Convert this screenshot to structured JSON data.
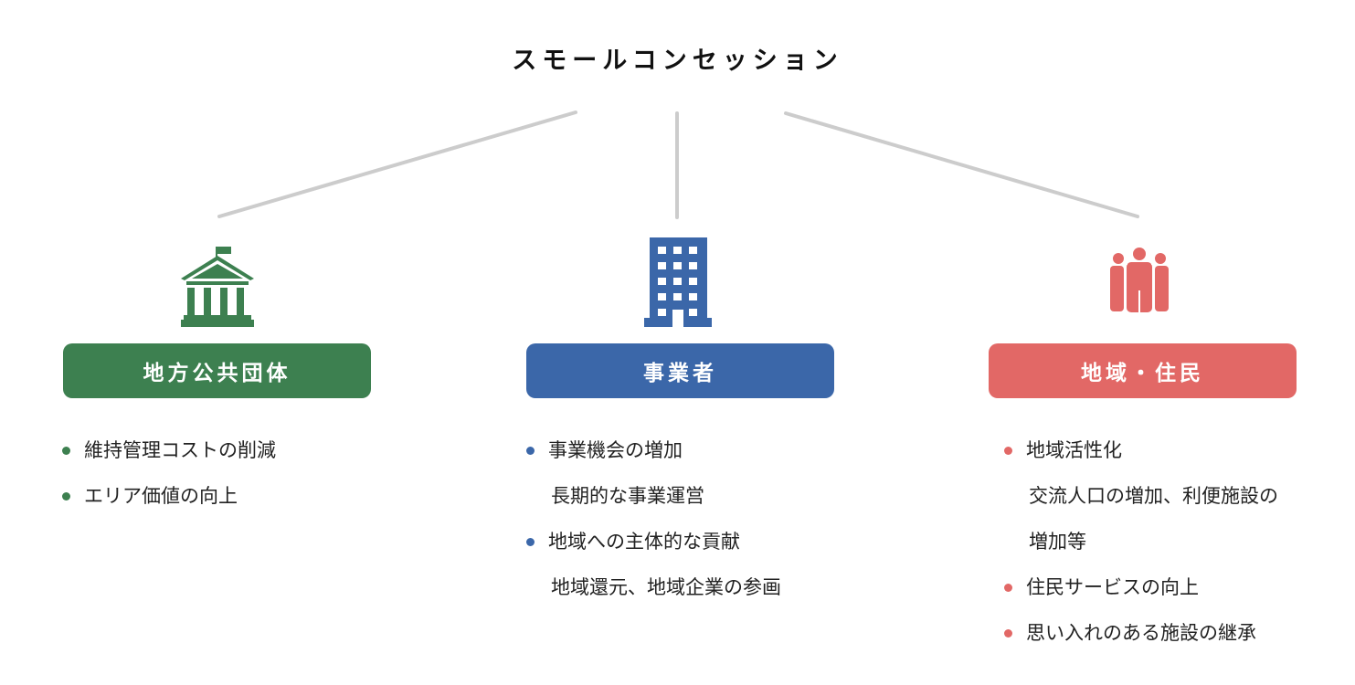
{
  "title": "スモールコンセッション",
  "colors": {
    "green": "#3d8050",
    "blue": "#3b67a9",
    "red": "#e26866",
    "connector": "#cccccc"
  },
  "columns": [
    {
      "key": "local-government",
      "icon": "government-building-icon",
      "label": "地方公共団体",
      "items": [
        {
          "type": "bullet",
          "text": "維持管理コストの削減"
        },
        {
          "type": "bullet",
          "text": "エリア価値の向上"
        }
      ]
    },
    {
      "key": "business-operator",
      "icon": "office-building-icon",
      "label": "事業者",
      "items": [
        {
          "type": "bullet",
          "text": "事業機会の増加"
        },
        {
          "type": "sub",
          "text": "長期的な事業運営"
        },
        {
          "type": "bullet",
          "text": "地域への主体的な貢献"
        },
        {
          "type": "sub",
          "text": "地域還元、地域企業の参画"
        }
      ]
    },
    {
      "key": "community-residents",
      "icon": "people-group-icon",
      "label": "地域・住民",
      "items": [
        {
          "type": "bullet",
          "text": "地域活性化"
        },
        {
          "type": "sub",
          "text": "交流人口の増加、利便施設の"
        },
        {
          "type": "sub",
          "text": "増加等"
        },
        {
          "type": "bullet",
          "text": "住民サービスの向上"
        },
        {
          "type": "bullet",
          "text": "思い入れのある施設の継承"
        }
      ]
    }
  ]
}
